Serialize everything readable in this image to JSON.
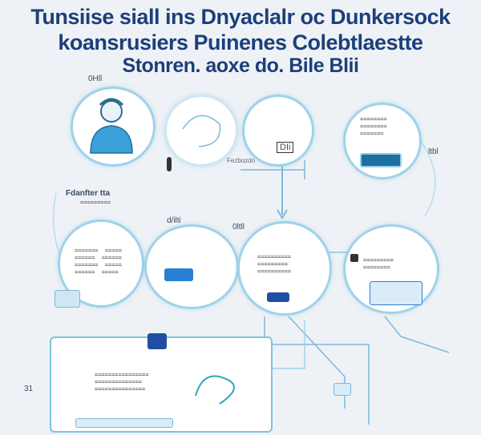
{
  "header": {
    "line1": "Tunsiise siall ins Dnyaclalr oc Dunkersock",
    "line2": "koansrusiers Puinenes Colebtlaestte",
    "line3": "Stonren. aoxe do. Bile Blii"
  },
  "labels": {
    "top_small": "0Hll",
    "node2_box": "DIi",
    "node2_caption": "Fezbozdo",
    "left_caption": "Fdanfter tta",
    "mid_label_1": "d/ilti",
    "mid_label_2": "0ltll",
    "right_badge": "ltbl",
    "bottom_left_num": "31"
  },
  "colors": {
    "title": "#1d3f7a",
    "ring": "#9fd2ea",
    "accent_blue": "#2a7fd4",
    "teal": "#2fa6b8"
  },
  "icons": [
    "person-icon",
    "document-icon",
    "server-icon",
    "lock-icon",
    "monitor-icon",
    "chat-icon"
  ]
}
